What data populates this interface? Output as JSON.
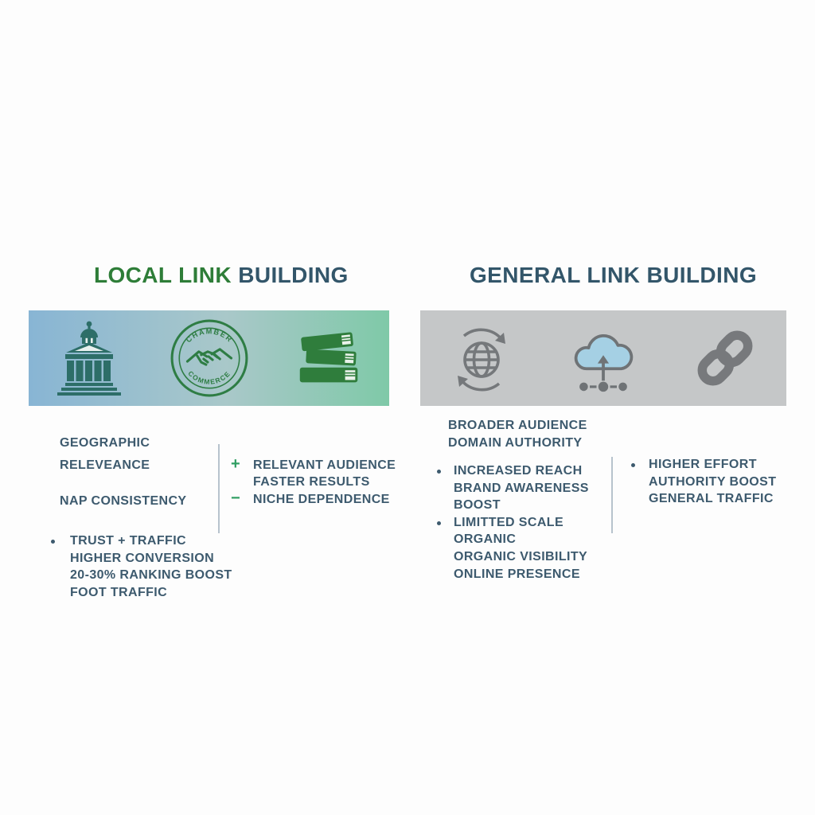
{
  "colors": {
    "title_accent_green": "#2e7d38",
    "title_slate": "#33566a",
    "body_text": "#3d5a6e",
    "plus_minus_green": "#2f9e62",
    "divider": "#b7c3cd",
    "banner_gradient_start": "#88b5d4",
    "banner_gradient_end": "#7fc9a8",
    "banner_gray": "#c5c7c8",
    "icon_green": "#2e7d44",
    "icon_teal": "#2d6e68",
    "icon_gray": "#75787b",
    "cloud_blue": "#a5d0e4"
  },
  "local": {
    "title_accent": "LOCAL LINK",
    "title_rest": " BUILDING",
    "banner_icons": [
      "government-building-icon",
      "chamber-of-commerce-stamp-icon",
      "books-stack-icon"
    ],
    "stamp": {
      "top": "CHAMBER",
      "bottom": "COMMERCE"
    },
    "features": [
      "GEOGRAPHIC",
      "RELEVEANCE",
      "NAP CONSISTENCY"
    ],
    "pros_cons": [
      {
        "sign": "+",
        "text": "RELEVANT AUDIENCE"
      },
      {
        "sign": "",
        "text": "FASTER RESULTS"
      },
      {
        "sign": "−",
        "text": "NICHE DEPENDENCE"
      }
    ],
    "benefits": [
      "TRUST + TRAFFIC",
      "HIGHER CONVERSION",
      "20-30% RANKING BOOST",
      "FOOT TRAFFIC"
    ]
  },
  "general": {
    "title": "GENERAL LINK BUILDING",
    "banner_icons": [
      "globe-sync-icon",
      "cloud-upload-network-icon",
      "chain-link-icon"
    ],
    "features": [
      "BROADER AUDIENCE",
      "DOMAIN AUTHORITY"
    ],
    "center_list": [
      "INCREASED REACH",
      "BRAND AWARENESS",
      "BOOST",
      "LIMITTED SCALE",
      "ORGANIC",
      "ORGANIC VISIBILITY",
      "ONLINE PRESENCE"
    ],
    "right_list": [
      "HIGHER EFFORT",
      "AUTHORITY BOOST",
      "GENERAL TRAFFIC"
    ]
  }
}
